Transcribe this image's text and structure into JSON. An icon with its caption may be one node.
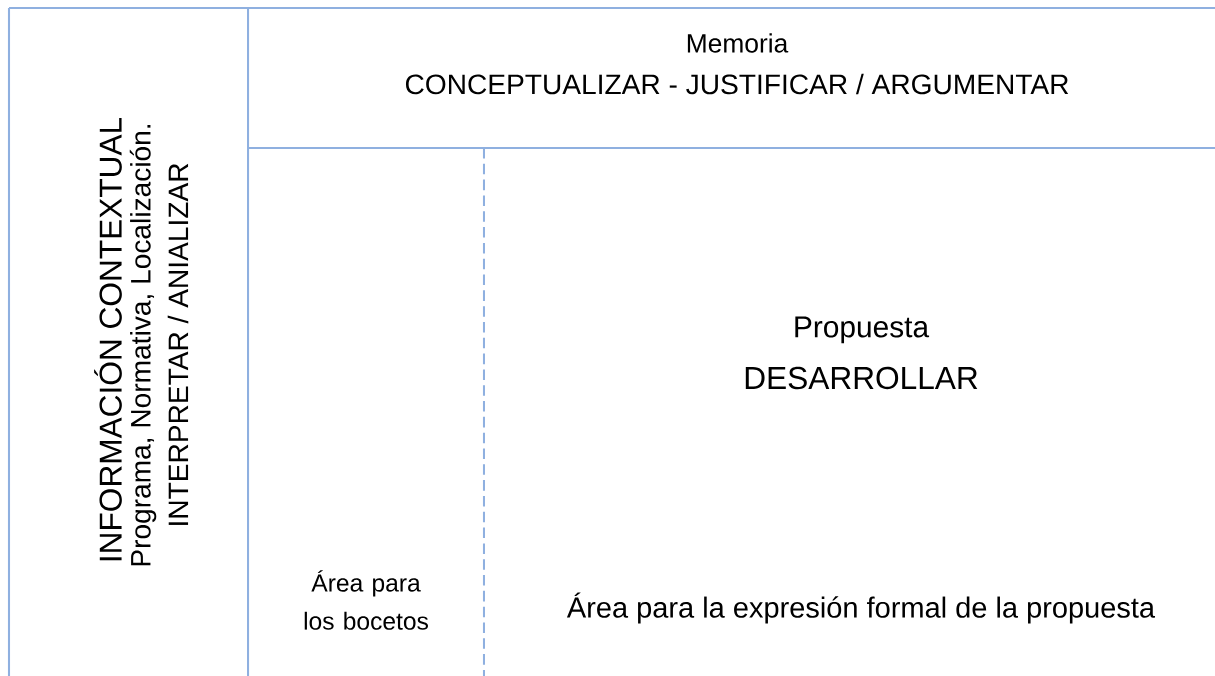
{
  "diagram": {
    "nodes": [
      {
        "text": [
          "INFORMACIÓN CONTEXTUAL",
          "Programa, Normativa, Localización.",
          "INTERPRETAR / ANIALIZAR"
        ]
      },
      {
        "text": [
          "Memoria",
          "CONCEPTUALIZAR - JUSTIFICAR / ARGUMENTAR"
        ]
      },
      {
        "text": [
          "Área para los bocetos"
        ]
      },
      {
        "text": [
          "Propuesta",
          "DESARROLLAR",
          "Área para la expresión formal de la propuesta"
        ]
      }
    ]
  }
}
